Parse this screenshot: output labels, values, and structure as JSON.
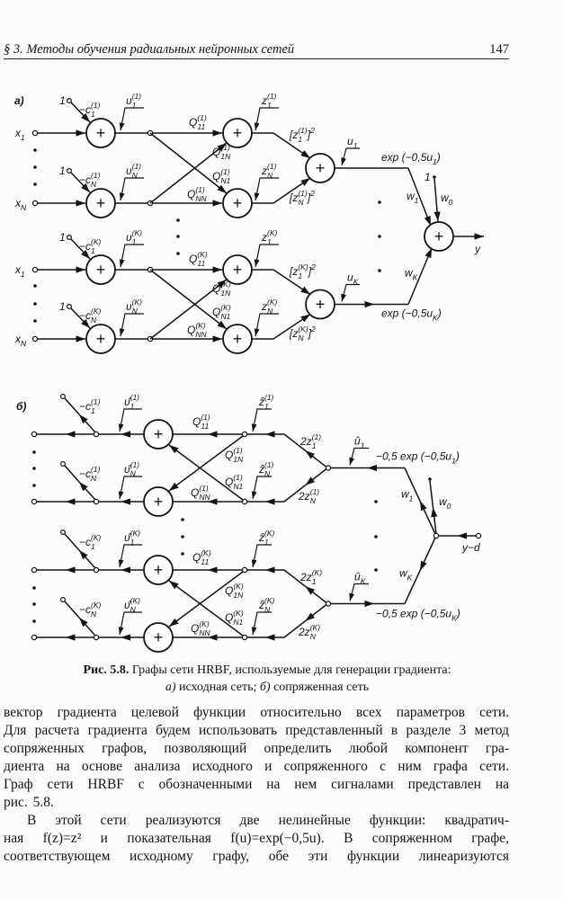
{
  "header": {
    "title": "§ 3. Методы обучения радиальных нейронных сетей",
    "page_number": "147"
  },
  "common": {
    "plus": "+",
    "one": "1"
  },
  "diagram_a": {
    "panel": "а)",
    "rows": [
      {
        "x": [
          "x",
          {
            "sub": "1"
          }
        ],
        "c": [
          "−c",
          {
            "sub": "1",
            "sup": "(1)"
          }
        ],
        "v": [
          "υ",
          {
            "sub": "1",
            "sup": "(1)"
          }
        ],
        "z": [
          "z",
          {
            "sub": "1",
            "sup": "(1)"
          }
        ]
      },
      {
        "x": [
          "x",
          {
            "sub": "N"
          }
        ],
        "c": [
          "−c",
          {
            "sub": "N",
            "sup": "(1)"
          }
        ],
        "v": [
          "υ",
          {
            "sub": "N",
            "sup": "(1)"
          }
        ],
        "z": [
          "z",
          {
            "sub": "N",
            "sup": "(1)"
          }
        ]
      },
      {
        "x": [
          "x",
          {
            "sub": "1"
          }
        ],
        "c": [
          "−c",
          {
            "sub": "1",
            "sup": "(K)"
          }
        ],
        "v": [
          "υ",
          {
            "sub": "1",
            "sup": "(K)"
          }
        ],
        "z": [
          "z",
          {
            "sub": "1",
            "sup": "(K)"
          }
        ]
      },
      {
        "x": [
          "x",
          {
            "sub": "N"
          }
        ],
        "c": [
          "−c",
          {
            "sub": "N",
            "sup": "(K)"
          }
        ],
        "v": [
          "υ",
          {
            "sub": "N",
            "sup": "(K)"
          }
        ],
        "z": [
          "z",
          {
            "sub": "N",
            "sup": "(K)"
          }
        ]
      }
    ],
    "groups": [
      {
        "q11": [
          "Q",
          {
            "sub": "11",
            "sup": "(1)"
          }
        ],
        "q1n": [
          "Q",
          {
            "sub": "1N",
            "sup": "(1)"
          }
        ],
        "qn1": [
          "Q",
          {
            "sub": "N1",
            "sup": "(1)"
          }
        ],
        "qnn": [
          "Q",
          {
            "sub": "NN",
            "sup": "(1)"
          }
        ],
        "zsq1": [
          "[z",
          {
            "sub": "1",
            "sup": "(1)"
          },
          "]",
          {
            "sup": "2"
          }
        ],
        "zsqn": [
          "[z",
          {
            "sub": "N",
            "sup": "(1)"
          },
          "]",
          {
            "sup": "2"
          }
        ],
        "u": [
          "u",
          {
            "sub": "1"
          }
        ],
        "exp": [
          "exp (−0,5u",
          {
            "sub": "1"
          },
          ")"
        ],
        "w": [
          "w",
          {
            "sub": "1"
          }
        ]
      },
      {
        "q11": [
          "Q",
          {
            "sub": "11",
            "sup": "(K)"
          }
        ],
        "q1n": [
          "Q",
          {
            "sub": "1N",
            "sup": "(K)"
          }
        ],
        "qn1": [
          "Q",
          {
            "sub": "N1",
            "sup": "(K)"
          }
        ],
        "qnn": [
          "Q",
          {
            "sub": "NN",
            "sup": "(K)"
          }
        ],
        "zsq1": [
          "[z",
          {
            "sub": "1",
            "sup": "(K)"
          },
          "]",
          {
            "sup": "2"
          }
        ],
        "zsqn": [
          "[z",
          {
            "sub": "N",
            "sup": "(K)"
          },
          "]",
          {
            "sup": "2"
          }
        ],
        "u": [
          "u",
          {
            "sub": "K"
          }
        ],
        "exp": [
          "exp (−0,5u",
          {
            "sub": "K"
          },
          ")"
        ],
        "w": [
          "w",
          {
            "sub": "K"
          }
        ]
      }
    ],
    "w0": [
      "w",
      {
        "sub": "0"
      }
    ],
    "output": "y"
  },
  "diagram_b": {
    "panel": "б)",
    "rows": [
      {
        "c": [
          "−c",
          {
            "sub": "1",
            "sup": "(1)"
          }
        ],
        "v": [
          "υ̂",
          {
            "sub": "1",
            "sup": "(1)"
          }
        ],
        "z": [
          "ẑ",
          {
            "sub": "1",
            "sup": "(1)"
          }
        ]
      },
      {
        "c": [
          "−c",
          {
            "sub": "N",
            "sup": "(1)"
          }
        ],
        "v": [
          "υ̂",
          {
            "sub": "N",
            "sup": "(1)"
          }
        ],
        "z": [
          "ẑ",
          {
            "sub": "N",
            "sup": "(1)"
          }
        ]
      },
      {
        "c": [
          "−c",
          {
            "sub": "1",
            "sup": "(K)"
          }
        ],
        "v": [
          "υ̂",
          {
            "sub": "1",
            "sup": "(K)"
          }
        ],
        "z": [
          "ẑ",
          {
            "sub": "1",
            "sup": "(K)"
          }
        ]
      },
      {
        "c": [
          "−c",
          {
            "sub": "N",
            "sup": "(K)"
          }
        ],
        "v": [
          "υ̂",
          {
            "sub": "N",
            "sup": "(K)"
          }
        ],
        "z": [
          "ẑ",
          {
            "sub": "N",
            "sup": "(K)"
          }
        ]
      }
    ],
    "groups": [
      {
        "q11": [
          "Q",
          {
            "sub": "11",
            "sup": "(1)"
          }
        ],
        "q1n": [
          "Q",
          {
            "sub": "1N",
            "sup": "(1)"
          }
        ],
        "qn1": [
          "Q",
          {
            "sub": "N1",
            "sup": "(1)"
          }
        ],
        "qnn": [
          "Q",
          {
            "sub": "NN",
            "sup": "(1)"
          }
        ],
        "twoz1": [
          "2z",
          {
            "sub": "1",
            "sup": "(1)"
          }
        ],
        "twozn": [
          "2z",
          {
            "sub": "N",
            "sup": "(1)"
          }
        ],
        "u": [
          "û",
          {
            "sub": "1"
          }
        ],
        "exp": [
          "−0,5 exp (−0,5u",
          {
            "sub": "1"
          },
          ")"
        ],
        "w": [
          "w",
          {
            "sub": "1"
          }
        ]
      },
      {
        "q11": [
          "Q",
          {
            "sub": "11",
            "sup": "(K)"
          }
        ],
        "q1n": [
          "Q",
          {
            "sub": "1N",
            "sup": "(K)"
          }
        ],
        "qn1": [
          "Q",
          {
            "sub": "N1",
            "sup": "(K)"
          }
        ],
        "qnn": [
          "Q",
          {
            "sub": "NN",
            "sup": "(K)"
          }
        ],
        "twoz1": [
          "2z",
          {
            "sub": "1",
            "sup": "(K)"
          }
        ],
        "twozn": [
          "2z",
          {
            "sub": "N",
            "sup": "(K)"
          }
        ],
        "u": [
          "û",
          {
            "sub": "K"
          }
        ],
        "exp": [
          "−0,5 exp (−0,5u",
          {
            "sub": "K"
          },
          ")"
        ],
        "w": [
          "w",
          {
            "sub": "K"
          }
        ]
      }
    ],
    "w0": [
      "w",
      {
        "sub": "0"
      }
    ],
    "input": "y−d"
  },
  "caption": {
    "label": "Рис. 5.8.",
    "title": "Графы сети HRBF, используемые для генерации градиента:",
    "line2_a": "а)",
    "line2_a_text": " исходная сеть; ",
    "line2_b": "б)",
    "line2_b_text": " сопряженная сеть"
  },
  "body": {
    "lines": [
      "вектор градиента целевой функции относительно всех параметров сети.",
      "Для расчета градиента будем использовать представленный в разделе 3 метод",
      "сопряженных графов, позволяющий определить любой компонент гра-",
      "диента на основе анализа исходного и сопряженного с ним графа сети.",
      "Граф сети HRBF с обозначенными на нем сигналами представлен на",
      "рис. 5.8.",
      "В этой сети реализуются две нелинейные функции: квадратич-",
      "ная f(z)=z² и показательная f(u)=exp(−0,5u). В сопряженном графе,",
      "соответствующем исходному графу, обе эти функции линеаризуются"
    ]
  }
}
